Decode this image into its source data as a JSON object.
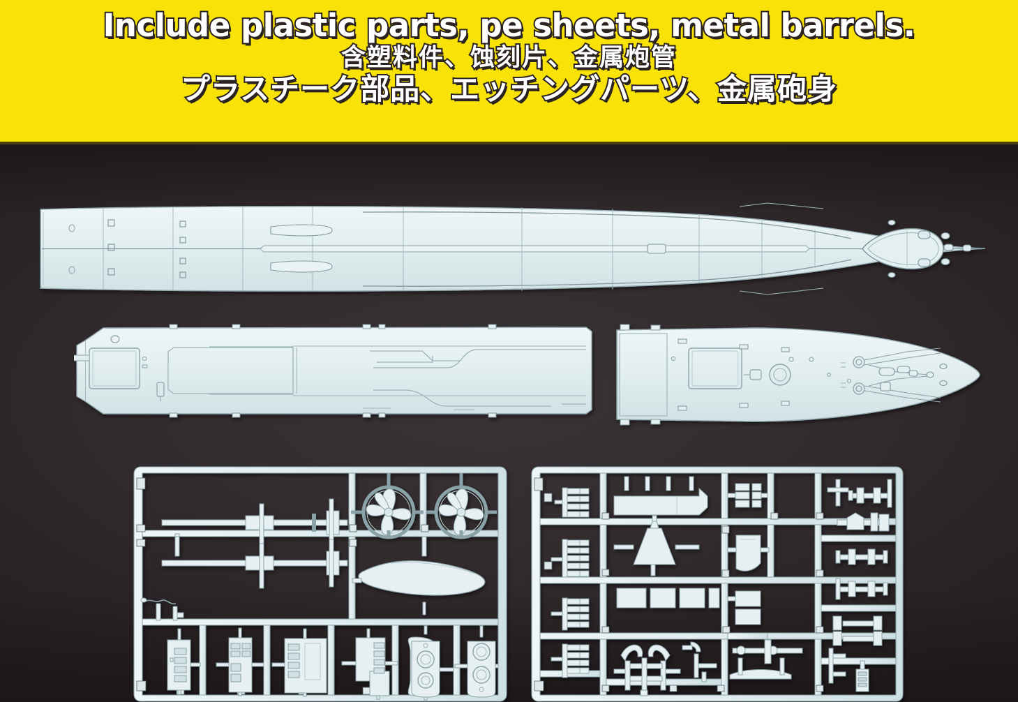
{
  "banner": {
    "background_color": "#f8e207",
    "text_color": "#ffffff",
    "outline_color": "#2b2320",
    "line_en": "Include plastic parts, pe sheets, metal barrels.",
    "line_zh": "含塑料件、蚀刻片、金属炮管",
    "line_ja": "プラスチーク部品、エッチングパーツ、金属砲身"
  },
  "stage": {
    "background_color": "#332c2e",
    "part_fill": "#e2eef0",
    "part_line": "#8aa3a8",
    "part_line_dark": "#5c7177"
  },
  "parts": [
    {
      "id": "hull-main",
      "name": "hull-lower-full-length",
      "description": "Full length one-piece lower hull, bow at right"
    },
    {
      "id": "deck-aft",
      "name": "deck-aft-section",
      "description": "Aft / midship main deck section with aircraft deck and hangar openings"
    },
    {
      "id": "deck-fore",
      "name": "deck-forward-section",
      "description": "Forward main deck section with anchor chain, bollards and capstans"
    },
    {
      "id": "sprue-a",
      "name": "sprue-runner-a",
      "description": "Plastic sprue runner A: propeller shafts, propellers, rudder, deck houses"
    },
    {
      "id": "sprue-b",
      "name": "sprue-runner-b",
      "description": "Plastic sprue runner B: boats, AA mounts, cranes, catapults, fittings"
    }
  ]
}
